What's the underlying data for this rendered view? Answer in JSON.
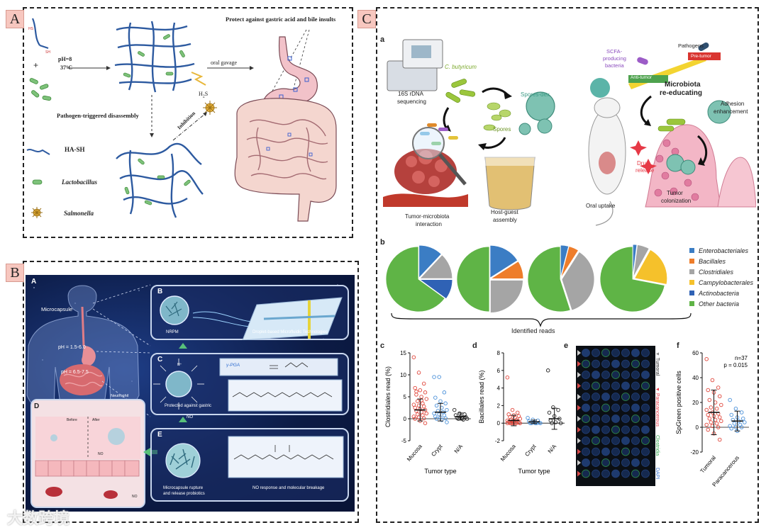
{
  "panel_a": {
    "letter": "A",
    "ph_line1": "pH=8",
    "ph_line2": "37°C",
    "oral_gavage": "oral gavage",
    "protect_text": "Protect against gastric acid and bile insults",
    "pathogen_text": "Pathogen-triggered disassembly",
    "inhibition": "Inhibition",
    "h2s": "H",
    "h2s_sub": "2",
    "h2s_end": "S",
    "sh": "SH",
    "legend": [
      {
        "label": "HA-SH",
        "icon": "polymer-chain-icon"
      },
      {
        "label": "Lactobacillus",
        "icon": "rod-bacterium-icon"
      },
      {
        "label": "Salmonella",
        "icon": "spiky-bacterium-icon"
      }
    ]
  },
  "panel_b": {
    "letter": "B",
    "sub_a": "A",
    "sub_b": "B",
    "sub_c": "C",
    "sub_d": "D",
    "sub_e": "E",
    "microcapsule": "Microcapsule",
    "ph1": "pH = 1.5-6.0",
    "ph2": "pH = 6.5-7.5",
    "neutrophil": "Neutrophil",
    "nrpm": "NRPM",
    "droplet": "Droplet-based Microfluidic Technologies",
    "protected": "Protected against gastric",
    "gamma_pga": "γ-PGA",
    "no_arrow": "NO",
    "before": "Before",
    "after": "After",
    "no1": "NO",
    "no2": "NO",
    "rupture_line1": "Microcapsule rupture",
    "rupture_line2": "and release probiotics",
    "no_response": "NO response and molecular breakage",
    "h_plus": "H⁺"
  },
  "panel_c": {
    "letter": "C",
    "sub_a": "a",
    "seq_line1": "16S rDNA",
    "seq_line2": "sequencing",
    "c_butyricum": "C. butyricum",
    "spores_dex": "Spores-dex",
    "spores": "Spores",
    "tm_line1": "Tumor-microbiota",
    "tm_line2": "interaction",
    "hg_line1": "Host-guest",
    "hg_line2": "assembly",
    "oral_uptake": "Oral uptake",
    "scfa_line1": "SCFA-",
    "scfa_line2": "producing",
    "scfa_line3": "bacteria",
    "pathogens": "Pathogens",
    "anti_tumor": "Anti-tumor",
    "pro_tumor": "Pre-tumor",
    "microbiota_line1": "Microbiota",
    "microbiota_line2": "re-educating",
    "adhesion_line1": "Adhesion",
    "adhesion_line2": "enhancement",
    "drug_line1": "Drug",
    "drug_line2": "release",
    "tumor_col_line1": "Tumor",
    "tumor_col_line2": "colonization",
    "sub_b": "b",
    "identified_reads": "Identified reads",
    "sub_c": "c",
    "sub_d": "d",
    "sub_e": "e",
    "sub_f": "f",
    "tumoral_tag": "Tumoral",
    "para_tag": "Paracancerous",
    "clostridia_tag": "Clostridia",
    "dapi_tag": "DAPI"
  },
  "chart_data": [
    {
      "type": "pie",
      "legend": [
        "Enterobacteriales",
        "Bacillales",
        "Clostridiales",
        "Campylobacterales",
        "Actinobacteria",
        "Other bacteria"
      ],
      "colors": [
        "#3b7dc4",
        "#ee7d2b",
        "#a5a5a5",
        "#f5c12b",
        "#2f62b5",
        "#5fb446"
      ],
      "xlabel": "Identified reads",
      "pies": [
        {
          "values": [
            0.12,
            0.0,
            0.13,
            0.0,
            0.1,
            0.65
          ],
          "explode": 2
        },
        {
          "values": [
            0.16,
            0.09,
            0.25,
            0.0,
            0.0,
            0.5
          ],
          "explode": 2
        },
        {
          "values": [
            0.04,
            0.05,
            0.36,
            0.0,
            0.0,
            0.55
          ],
          "explode": 2
        },
        {
          "values": [
            0.02,
            0.0,
            0.06,
            0.2,
            0.0,
            0.72
          ],
          "explode": 3
        }
      ]
    },
    {
      "type": "scatter",
      "ylabel": "Clostridiales read (%)",
      "xlabel": "Tumor type",
      "categories": [
        "Mucosa",
        "Crypt",
        "N/A"
      ],
      "ylim": [
        -5,
        15
      ],
      "yticks": [
        -5,
        0,
        5,
        10,
        15
      ],
      "means": [
        2.0,
        1.5,
        0.5
      ],
      "sd": [
        2.5,
        2.0,
        0.8
      ],
      "colors": [
        "#e0453a",
        "#4a90d9",
        "#222222"
      ],
      "points": [
        [
          14,
          10.5,
          8,
          7,
          6.5,
          6,
          5.5,
          5,
          4.5,
          4,
          3.5,
          3.2,
          3,
          2.8,
          2.5,
          2.2,
          2,
          1.8,
          1.5,
          1.2,
          1,
          0.8,
          0.5,
          0.3,
          0.1,
          0,
          -0.5,
          -1,
          6.2,
          4.2
        ],
        [
          9.5,
          9.5,
          6,
          4.8,
          4,
          3.5,
          3,
          2.5,
          2,
          1.8,
          1.5,
          1.2,
          1,
          0.8,
          0.5,
          0.3,
          0.1,
          0,
          -0.3,
          -0.8
        ],
        [
          2,
          1.2,
          1,
          0.8,
          0.6,
          0.4,
          0.2,
          0.1,
          0,
          0,
          -0.2
        ]
      ]
    },
    {
      "type": "scatter",
      "ylabel": "Bacillales read (%)",
      "xlabel": "Tumor type",
      "categories": [
        "Mucosa",
        "Crypt",
        "N/A"
      ],
      "ylim": [
        -2,
        8
      ],
      "yticks": [
        -2,
        0,
        2,
        4,
        6,
        8
      ],
      "means": [
        0.3,
        0.15,
        0.5
      ],
      "sd": [
        0.6,
        0.2,
        1.2
      ],
      "colors": [
        "#e0453a",
        "#4a90d9",
        "#222222"
      ],
      "points": [
        [
          5.2,
          1.5,
          1.2,
          1,
          0.9,
          0.8,
          0.7,
          0.6,
          0.5,
          0.4,
          0.35,
          0.3,
          0.25,
          0.2,
          0.15,
          0.1,
          0.05,
          0,
          0,
          0,
          0,
          0,
          0,
          0
        ],
        [
          0.6,
          0.4,
          0.3,
          0.2,
          0.1,
          0.05,
          0,
          0,
          0,
          0,
          0
        ],
        [
          6,
          1.8,
          1.5,
          1.2,
          0.8,
          0.5,
          0.3,
          0.1,
          0,
          0
        ]
      ]
    },
    {
      "type": "scatter",
      "ylabel": "SpGreen positive cells",
      "categories": [
        "Tumoral",
        "Paracancerous"
      ],
      "ylim": [
        -20,
        60
      ],
      "yticks": [
        -20,
        0,
        20,
        40,
        60
      ],
      "means": [
        12,
        5
      ],
      "sd": [
        18,
        8
      ],
      "colors": [
        "#e0453a",
        "#4a90d9"
      ],
      "annotation_n": "n=37",
      "annotation_p": "p = 0.015",
      "points": [
        [
          55,
          38,
          32,
          30,
          28,
          25,
          22,
          20,
          18,
          16,
          15,
          14,
          12,
          11,
          10,
          9,
          8,
          7,
          6,
          5,
          4,
          3,
          2,
          1,
          0,
          -2,
          -5,
          -10
        ],
        [
          22,
          15,
          12,
          10,
          8,
          7,
          6,
          5,
          4,
          3,
          2,
          1,
          0,
          0,
          -1,
          -3
        ]
      ]
    }
  ],
  "watermark_text": "大数跨境",
  "colors": {
    "accent_red": "#e0453a",
    "accent_blue": "#4a90d9",
    "pink_badge": "#f7c7bf",
    "dark_panel": "#0f1f4a"
  }
}
